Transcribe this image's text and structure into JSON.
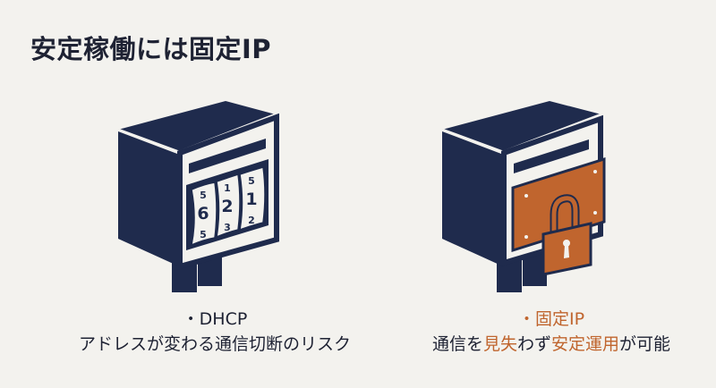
{
  "title": "安定稼働には固定IP",
  "colors": {
    "navy": "#1f2b4d",
    "orange": "#c0652e",
    "background": "#f3f2ee"
  },
  "left": {
    "icon": "rotating-number-dial-box-icon",
    "dial_digits": {
      "top": [
        "5",
        "1",
        "5"
      ],
      "middle": [
        "6",
        "2",
        "1"
      ],
      "bottom": [
        "5",
        "3",
        "2"
      ]
    },
    "heading": "・DHCP",
    "description": "アドレスが変わる通信切断のリスク"
  },
  "right": {
    "icon": "padlocked-box-icon",
    "heading": "・固定IP",
    "description_parts": [
      "通信を",
      "見失",
      "わず",
      "安定運用",
      "が可能"
    ]
  }
}
